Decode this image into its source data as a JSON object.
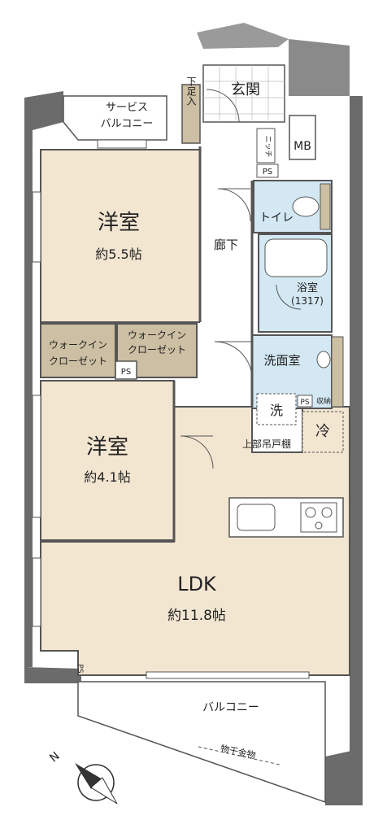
{
  "rooms": {
    "western_room_1": {
      "name": "洋室",
      "size": "約5.5帖"
    },
    "western_room_2": {
      "name": "洋室",
      "size": "約4.1帖"
    },
    "ldk": {
      "name": "LDK",
      "size": "約11.8帖"
    },
    "walk_in_closet_1": {
      "line1": "ウォークイン",
      "line2": "クローゼット"
    },
    "walk_in_closet_2": {
      "line1": "ウォークイン",
      "line2": "クローゼット"
    },
    "entrance": "玄関",
    "shoe_storage": "下足入",
    "corridor": "廊下",
    "toilet": "トイレ",
    "bathroom": {
      "name": "浴室",
      "size": "(1317)"
    },
    "washroom": "洗面室",
    "washer": "洗",
    "fridge": "冷",
    "storage": "収納",
    "niche": "ニッチ",
    "mb": "MB",
    "upper_cabinet": "上部吊戸棚",
    "service_balcony": {
      "line1": "サービス",
      "line2": "バルコニー"
    },
    "balcony": "バルコニー",
    "drying_hardware": "物干金物",
    "ps": "PS"
  },
  "compass": {
    "label": "N"
  },
  "colors": {
    "wall": "#6b6b6b",
    "room_bg": "#f3e6d1",
    "closet_bg": "#cdbfa3",
    "wet_bg": "#d3e8f3",
    "outline": "#555555"
  }
}
